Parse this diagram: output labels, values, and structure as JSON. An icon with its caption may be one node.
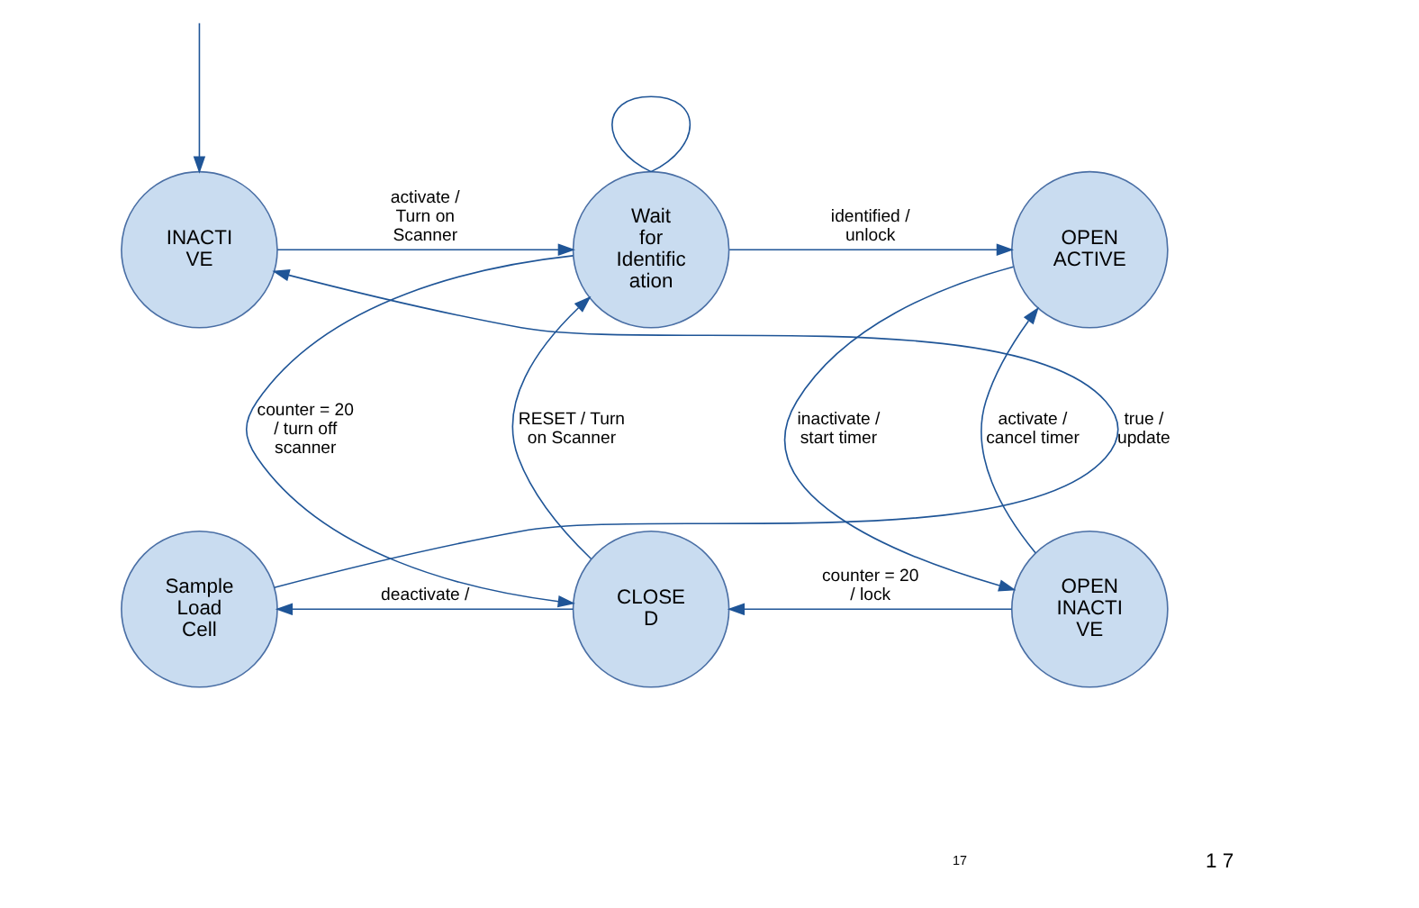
{
  "diagram": {
    "nodes": [
      {
        "text": [
          "INACTI VE"
        ]
      },
      {
        "text": [
          "Wait for Identific ation"
        ]
      },
      {
        "text": [
          "OPEN ACTIVE"
        ]
      },
      {
        "text": [
          "Sample Load Cell"
        ]
      },
      {
        "text": [
          "CLOSE D"
        ]
      },
      {
        "text": [
          "OPEN INACTI VE"
        ]
      }
    ],
    "edges": [
      {
        "from": null,
        "to": 0,
        "arrow": "to"
      },
      {
        "from": 0,
        "to": 1,
        "arrow": "to",
        "label": "activate / Turn on Scanner"
      },
      {
        "from": 1,
        "to": 1,
        "arrow": "none"
      },
      {
        "from": 1,
        "to": 2,
        "arrow": "to",
        "label": "identified / unlock"
      },
      {
        "from": 1,
        "to": 4,
        "arrow": "to",
        "label": "counter = 20 / turn off scanner"
      },
      {
        "from": 4,
        "to": 1,
        "arrow": "to",
        "label": "RESET / Turn on Scanner"
      },
      {
        "from": 2,
        "to": 5,
        "arrow": "to",
        "label": "inactivate / start timer"
      },
      {
        "from": 5,
        "to": 2,
        "arrow": "to",
        "label": "activate / cancel timer"
      },
      {
        "from": 5,
        "to": 4,
        "arrow": "to",
        "label": "counter = 20 / lock"
      },
      {
        "from": 4,
        "to": 3,
        "arrow": "to",
        "label": "deactivate /"
      },
      {
        "from": 3,
        "to": 0,
        "arrow": "to",
        "label": "true / update"
      }
    ],
    "labels": [
      "17",
      "1 7"
    ]
  }
}
